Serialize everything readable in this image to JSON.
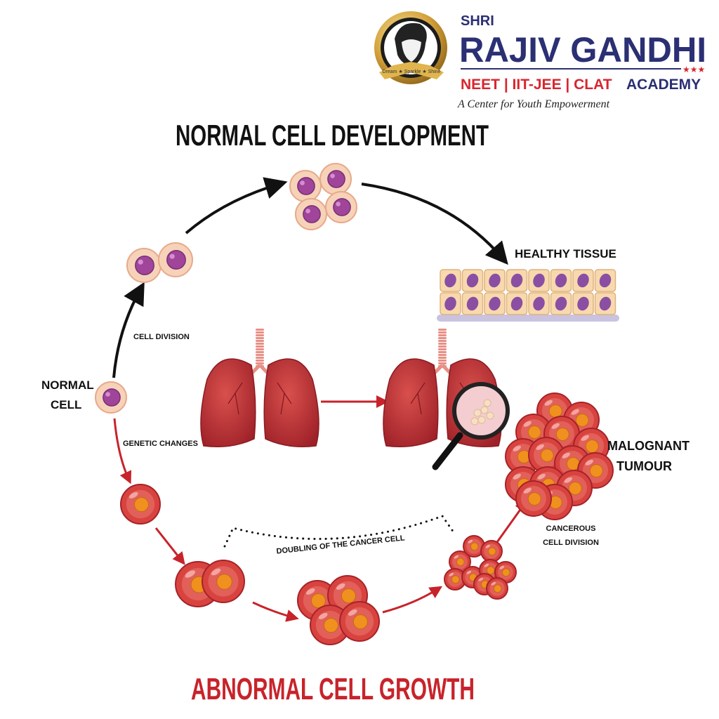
{
  "logo": {
    "ribbon_text": "Dream ★ Sparkle ★ Shine",
    "prefix": "SHRI",
    "name": "RAJIV GANDHI",
    "stars": "★★★",
    "courses": "NEET | IIT-JEE | CLAT",
    "academy": "ACADEMY",
    "tagline": "A Center for Youth Empowerment"
  },
  "diagram": {
    "title_top": "NORMAL CELL DEVELOPMENT",
    "title_bottom": "ABNORMAL CELL GROWTH",
    "labels": {
      "healthy_tissue": "HEALTHY TISSUE",
      "cell_division": "CELL DIVISION",
      "normal_line1": "NORMAL",
      "normal_line2": "CELL",
      "genetic_changes": "GENETIC CHANGES",
      "malignant_line1": "MALOGNANT",
      "malignant_line2": "TUMOUR",
      "cancerous_line1": "CANCEROUS",
      "cancerous_line2": "CELL DIVISION",
      "doubling": "DOUBLING OF THE CANCER CELL"
    }
  },
  "colors": {
    "navy": "#2b2f73",
    "red": "#d8262e",
    "gold": "#c9962b",
    "normal_cell": "#f6d3b8",
    "nucleus": "#a0459a",
    "cancer_cell": "#d9433f",
    "cancer_nucleus": "#f0901e"
  }
}
